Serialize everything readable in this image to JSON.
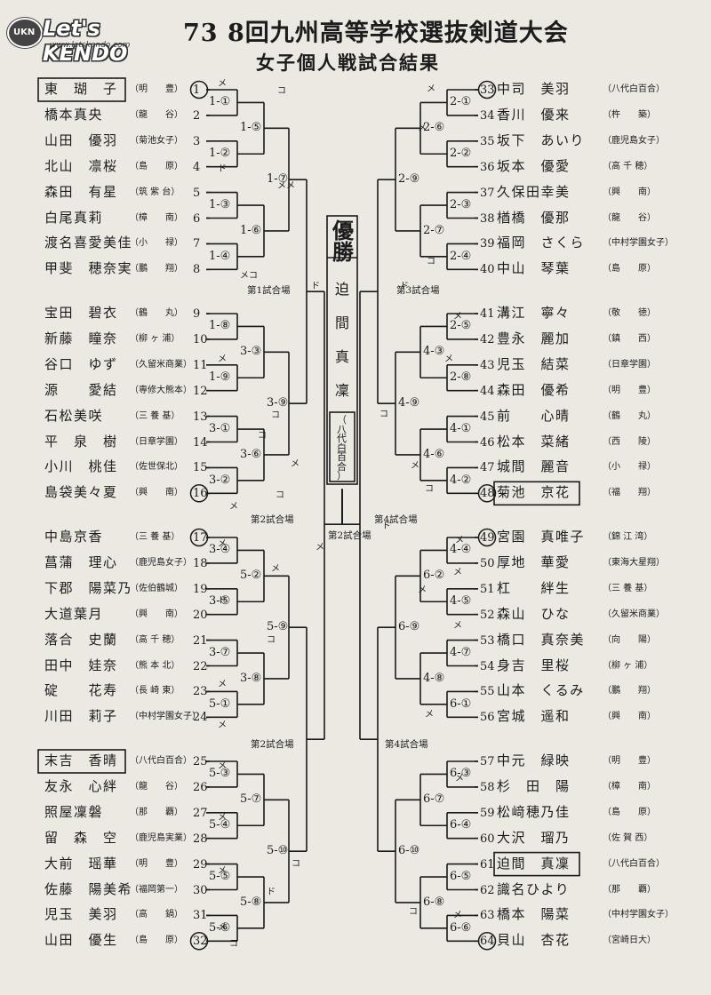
{
  "header": {
    "title": "73 8回九州高等学校選抜剣道大会",
    "subtitle": "女子個人戦試合結果"
  },
  "logo": {
    "badge": "UKN",
    "text": "Let's KENDO",
    "url": "www.letskendo.com"
  },
  "champion": {
    "title": "優勝",
    "name_chars": [
      "迫",
      "間",
      "真",
      "凜"
    ],
    "school": "（八代白百合）"
  },
  "players_left": [
    {
      "no": "1",
      "name": "東　瑚　子",
      "school": "（明　　豊）",
      "circled": true,
      "boxed": true
    },
    {
      "no": "2",
      "name": "橋本真央",
      "school": "（龍　　谷）"
    },
    {
      "no": "3",
      "name": "山田　優羽",
      "school": "（菊池女子）"
    },
    {
      "no": "4",
      "name": "北山　凛桜",
      "school": "（島　　原）"
    },
    {
      "no": "5",
      "name": "森田　有星",
      "school": "（筑 紫 台）"
    },
    {
      "no": "6",
      "name": "白尾真莉",
      "school": "（樟　　南）"
    },
    {
      "no": "7",
      "name": "渡名喜愛美佳",
      "school": "（小　　禄）"
    },
    {
      "no": "8",
      "name": "甲斐　穂奈実",
      "school": "（鵬　　翔）"
    },
    {
      "no": "9",
      "name": "宝田　碧衣",
      "school": "（鶴　　丸）"
    },
    {
      "no": "10",
      "name": "新藤　瞳奈",
      "school": "（柳 ヶ 浦）"
    },
    {
      "no": "11",
      "name": "谷口　ゆず",
      "school": "（久留米商業）"
    },
    {
      "no": "12",
      "name": "源　　愛結",
      "school": "（専修大熊本）"
    },
    {
      "no": "13",
      "name": "石松美咲",
      "school": "（三 養 基）"
    },
    {
      "no": "14",
      "name": "平　泉　樹",
      "school": "（日章学園）"
    },
    {
      "no": "15",
      "name": "小川　桃佳",
      "school": "（佐世保北）"
    },
    {
      "no": "16",
      "name": "島袋美々夏",
      "school": "（興　　南）",
      "circled": true
    },
    {
      "no": "17",
      "name": "中島京香",
      "school": "（三 養 基）",
      "circled": true
    },
    {
      "no": "18",
      "name": "菖蒲　理心",
      "school": "（鹿児島女子）"
    },
    {
      "no": "19",
      "name": "下郡　陽菜乃",
      "school": "（佐伯鶴城）"
    },
    {
      "no": "20",
      "name": "大道葉月",
      "school": "（興　　南）"
    },
    {
      "no": "21",
      "name": "落合　史蘭",
      "school": "（高 千 穂）"
    },
    {
      "no": "22",
      "name": "田中　娃奈",
      "school": "（熊 本 北）"
    },
    {
      "no": "23",
      "name": "碇　　花寿",
      "school": "（長 崎 東）"
    },
    {
      "no": "24",
      "name": "川田　莉子",
      "school": "（中村学園女子）"
    },
    {
      "no": "25",
      "name": "末吉　香晴",
      "school": "（八代白百合）",
      "boxed": true
    },
    {
      "no": "26",
      "name": "友永　心絆",
      "school": "（龍　　谷）"
    },
    {
      "no": "27",
      "name": "照屋凜磐",
      "school": "（那　　覇）"
    },
    {
      "no": "28",
      "name": "留　森　空",
      "school": "（鹿児島実業）"
    },
    {
      "no": "29",
      "name": "大前　瑶華",
      "school": "（明　　豊）"
    },
    {
      "no": "30",
      "name": "佐藤　陽美希",
      "school": "（福岡第一）"
    },
    {
      "no": "31",
      "name": "児玉　美羽",
      "school": "（高　　鍋）"
    },
    {
      "no": "32",
      "name": "山田　優生",
      "school": "（島　　原）",
      "circled": true
    }
  ],
  "players_right": [
    {
      "no": "33",
      "name": "中司　美羽",
      "school": "（八代白百合）",
      "circled": true
    },
    {
      "no": "34",
      "name": "香川　優来",
      "school": "（杵　　築）"
    },
    {
      "no": "35",
      "name": "坂下　あいり",
      "school": "（鹿児島女子）"
    },
    {
      "no": "36",
      "name": "坂本　優愛",
      "school": "（高 千 穂）"
    },
    {
      "no": "37",
      "name": "久保田幸美",
      "school": "（興　　南）"
    },
    {
      "no": "38",
      "name": "楢橋　優那",
      "school": "（龍　　谷）"
    },
    {
      "no": "39",
      "name": "福岡　さくら",
      "school": "（中村学園女子）"
    },
    {
      "no": "40",
      "name": "中山　琴葉",
      "school": "（島　　原）"
    },
    {
      "no": "41",
      "name": "溝江　寧々",
      "school": "（敬　　徳）"
    },
    {
      "no": "42",
      "name": "豊永　麗加",
      "school": "（鎮　　西）"
    },
    {
      "no": "43",
      "name": "児玉　結菜",
      "school": "（日章学園）"
    },
    {
      "no": "44",
      "name": "森田　優希",
      "school": "（明　　豊）"
    },
    {
      "no": "45",
      "name": "前　　心晴",
      "school": "（鶴　　丸）"
    },
    {
      "no": "46",
      "name": "松本　菜緒",
      "school": "（西　　陵）"
    },
    {
      "no": "47",
      "name": "城間　麗音",
      "school": "（小　　禄）"
    },
    {
      "no": "48",
      "name": "菊池　京花",
      "school": "（福　　翔）",
      "circled": true,
      "boxed": true
    },
    {
      "no": "49",
      "name": "宮園　真唯子",
      "school": "（錦 江 湾）",
      "circled": true
    },
    {
      "no": "50",
      "name": "厚地　華愛",
      "school": "（東海大星翔）"
    },
    {
      "no": "51",
      "name": "杠　　絆生",
      "school": "（三 養 基）"
    },
    {
      "no": "52",
      "name": "森山　ひな",
      "school": "（久留米商業）"
    },
    {
      "no": "53",
      "name": "橋口　真奈美",
      "school": "（向　　陽）"
    },
    {
      "no": "54",
      "name": "身吉　里桜",
      "school": "（柳 ヶ 浦）"
    },
    {
      "no": "55",
      "name": "山本　くるみ",
      "school": "（鵬　　翔）"
    },
    {
      "no": "56",
      "name": "宮城　遥和",
      "school": "（興　　南）"
    },
    {
      "no": "57",
      "name": "中元　緑映",
      "school": "（明　　豊）"
    },
    {
      "no": "58",
      "name": "杉　田　陽",
      "school": "（樟　　南）"
    },
    {
      "no": "59",
      "name": "松﨑穂乃佳",
      "school": "（島　　原）"
    },
    {
      "no": "60",
      "name": "大沢　瑠乃",
      "school": "（佐 賀 西）"
    },
    {
      "no": "61",
      "name": "迫間　真凜",
      "school": "（八代白百合）",
      "boxed": true
    },
    {
      "no": "62",
      "name": "識名ひより",
      "school": "（那　　覇）"
    },
    {
      "no": "63",
      "name": "橋本　陽菜",
      "school": "（中村学園女子）"
    },
    {
      "no": "64",
      "name": "貝山　杏花",
      "school": "（宮崎日大）",
      "circled": true
    }
  ],
  "matches_left": [
    "1-①",
    "1-②",
    "1-③",
    "1-④",
    "1-⑤",
    "1-⑥",
    "1-⑦",
    "1-⑧",
    "1-⑨",
    "3-①",
    "3-②",
    "3-③",
    "3-⑥",
    "3-⑨",
    "3-④",
    "3-⑤",
    "3-⑦",
    "5-①",
    "5-②",
    "3-⑧",
    "5-⑨",
    "5-③",
    "5-④",
    "5-⑤",
    "5-⑥",
    "5-⑦",
    "5-⑧",
    "5-⑩"
  ],
  "matches_right": [
    "2-①",
    "2-②",
    "2-③",
    "2-④",
    "2-⑥",
    "2-⑦",
    "2-⑨",
    "2-⑤",
    "2-⑧",
    "4-①",
    "4-②",
    "4-③",
    "4-⑥",
    "4-⑨",
    "4-④",
    "4-⑤",
    "4-⑦",
    "6-①",
    "6-②",
    "4-⑧",
    "6-⑨",
    "6-③",
    "6-④",
    "6-⑤",
    "6-⑥",
    "6-⑦",
    "6-⑧",
    "6-⑩"
  ],
  "venues": [
    "第1試合場",
    "第2試合場",
    "第2試合場",
    "第2試合場",
    "第3試合場",
    "第4試合場",
    "第4試合場"
  ],
  "marks": [
    "メ",
    "コ",
    "ド",
    "メメ",
    "メコ",
    "ド",
    "メ",
    "コ",
    "メ",
    "コ",
    "メ",
    "コ",
    "メ",
    "メ",
    "ド",
    "コ",
    "メ",
    "メ",
    "メ",
    "コ",
    "メ",
    "メ",
    "メ",
    "メ",
    "ド",
    "コ",
    "メ",
    "メ",
    "コ",
    "ド",
    "メ",
    "メ",
    "コ",
    "メ",
    "コ",
    "メ",
    "メ",
    "メ",
    "メ",
    "ド",
    "メ",
    "メ",
    "コ",
    "メ"
  ]
}
